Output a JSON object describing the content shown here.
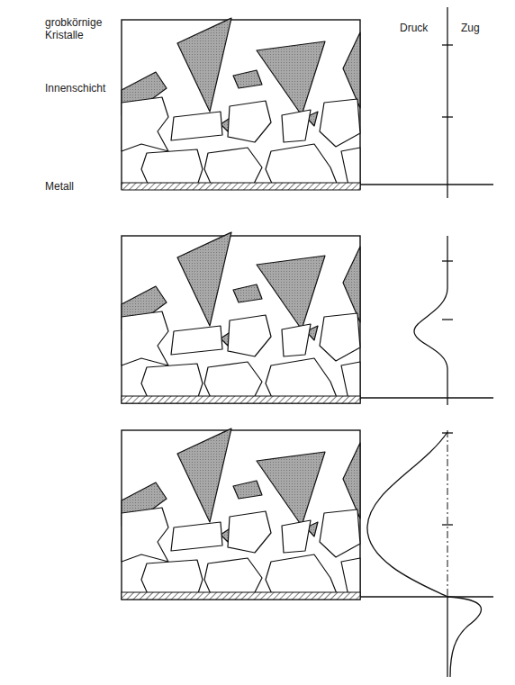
{
  "diagram": {
    "labels": [
      "grobkörnige Kristalle",
      "Innenschicht",
      "Metall",
      "Druck",
      "Zug"
    ]
  }
}
